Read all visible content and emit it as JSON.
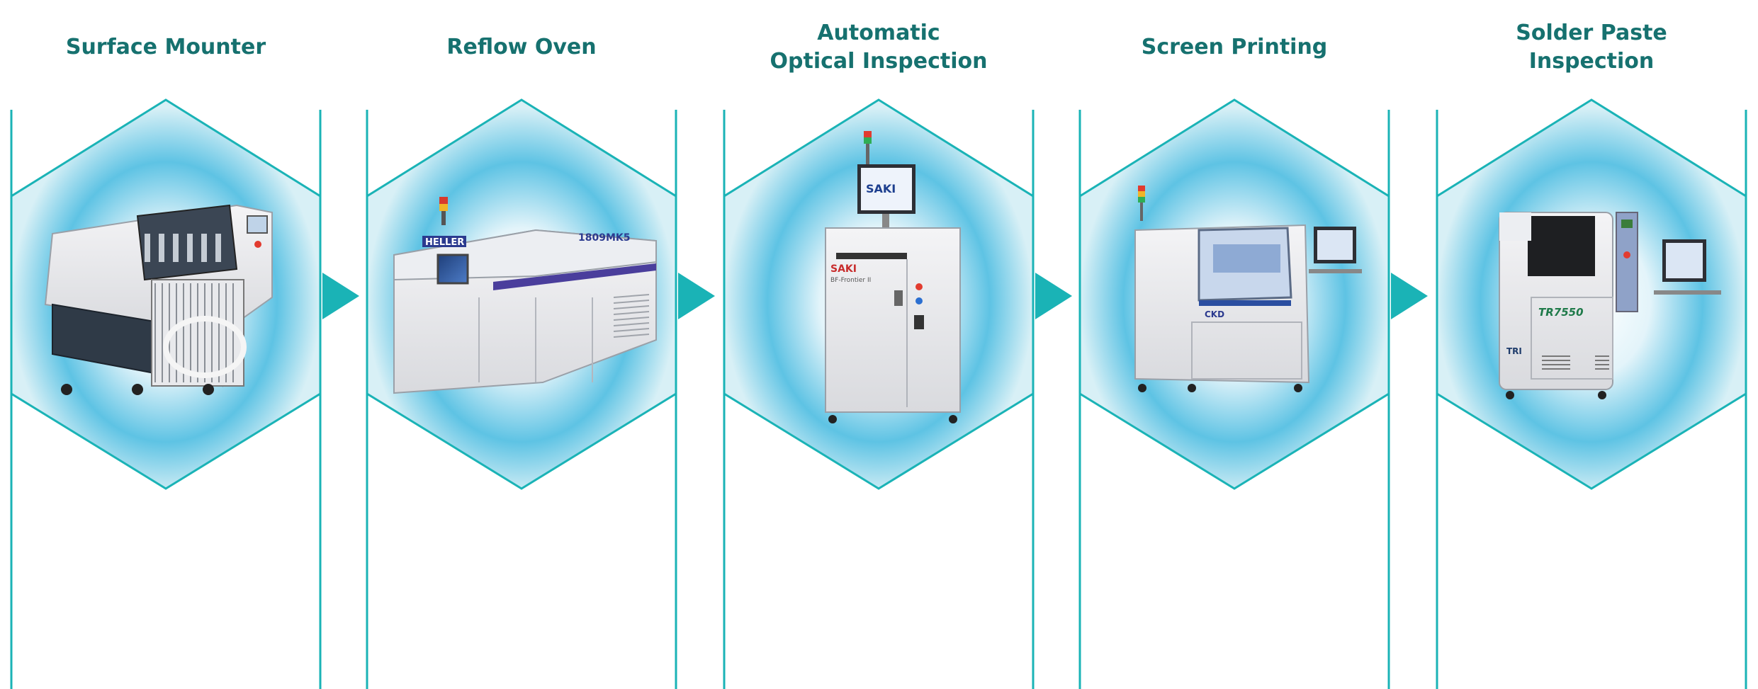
{
  "colors": {
    "accent": "#1ab3b6",
    "title": "#16716f",
    "glow": "#1aa9d6"
  },
  "steps": [
    {
      "title_lines": [
        "Surface Mounter"
      ],
      "machine": "surface-mounter",
      "machine_text": []
    },
    {
      "title_lines": [
        "Reflow Oven"
      ],
      "machine": "reflow-oven",
      "machine_text": [
        "HELLER",
        "1809MK5"
      ]
    },
    {
      "title_lines": [
        "Automatic",
        "Optical Inspection"
      ],
      "machine": "aoi",
      "machine_text": [
        "SAKI",
        "BF-Frontier II",
        "SAKI"
      ]
    },
    {
      "title_lines": [
        "Screen Printing"
      ],
      "machine": "screen-printer",
      "machine_text": [
        "CKD"
      ]
    },
    {
      "title_lines": [
        "Solder Paste",
        "Inspection"
      ],
      "machine": "spi",
      "machine_text": [
        "TR7550",
        "TRI"
      ]
    }
  ]
}
